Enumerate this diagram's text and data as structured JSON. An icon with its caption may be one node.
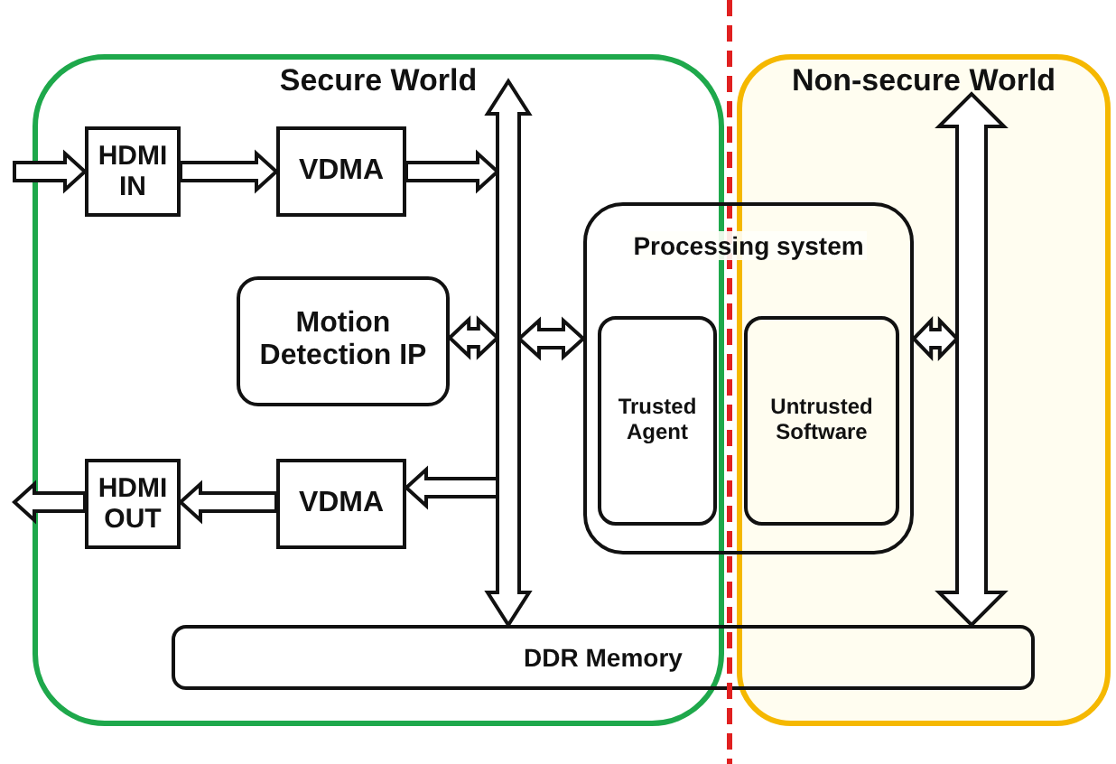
{
  "diagram": {
    "nodes": [
      {
        "text": [
          "Secure World"
        ]
      },
      {
        "text": [
          "HDMI IN"
        ],
        "in": 0
      },
      {
        "text": [
          "VDMA"
        ],
        "in": 0
      },
      {
        "text": [
          "Motion Detection IP"
        ],
        "in": 0
      },
      {
        "text": [
          "HDMI OUT"
        ],
        "in": 0
      },
      {
        "text": [
          "VDMA"
        ],
        "in": 0
      },
      {
        "text": [
          "Processing system"
        ]
      },
      {
        "text": [
          "Trusted Agent"
        ]
      },
      {
        "text": [
          "Non-secure World"
        ]
      },
      {
        "text": [
          "Untrusted Software"
        ]
      },
      {
        "text": [
          "DDR Memory"
        ]
      }
    ],
    "edges": [
      {
        "from": null,
        "to": 1,
        "arrow": "to"
      },
      {
        "from": 1,
        "to": 2,
        "arrow": "to"
      },
      {
        "from": 2,
        "to": null,
        "arrow": "to"
      },
      {
        "from": null,
        "to": 5,
        "arrow": "to"
      },
      {
        "from": 5,
        "to": 4,
        "arrow": "to"
      },
      {
        "from": 4,
        "to": null,
        "arrow": "to"
      },
      {
        "from": 3,
        "to": null,
        "arrow": "both"
      },
      {
        "from": null,
        "to": 6,
        "arrow": "both"
      },
      {
        "from": 6,
        "to": null,
        "arrow": "both"
      },
      {
        "from": null,
        "to": 10,
        "arrow": "both"
      },
      {
        "from": null,
        "to": 10,
        "arrow": "both"
      }
    ]
  }
}
